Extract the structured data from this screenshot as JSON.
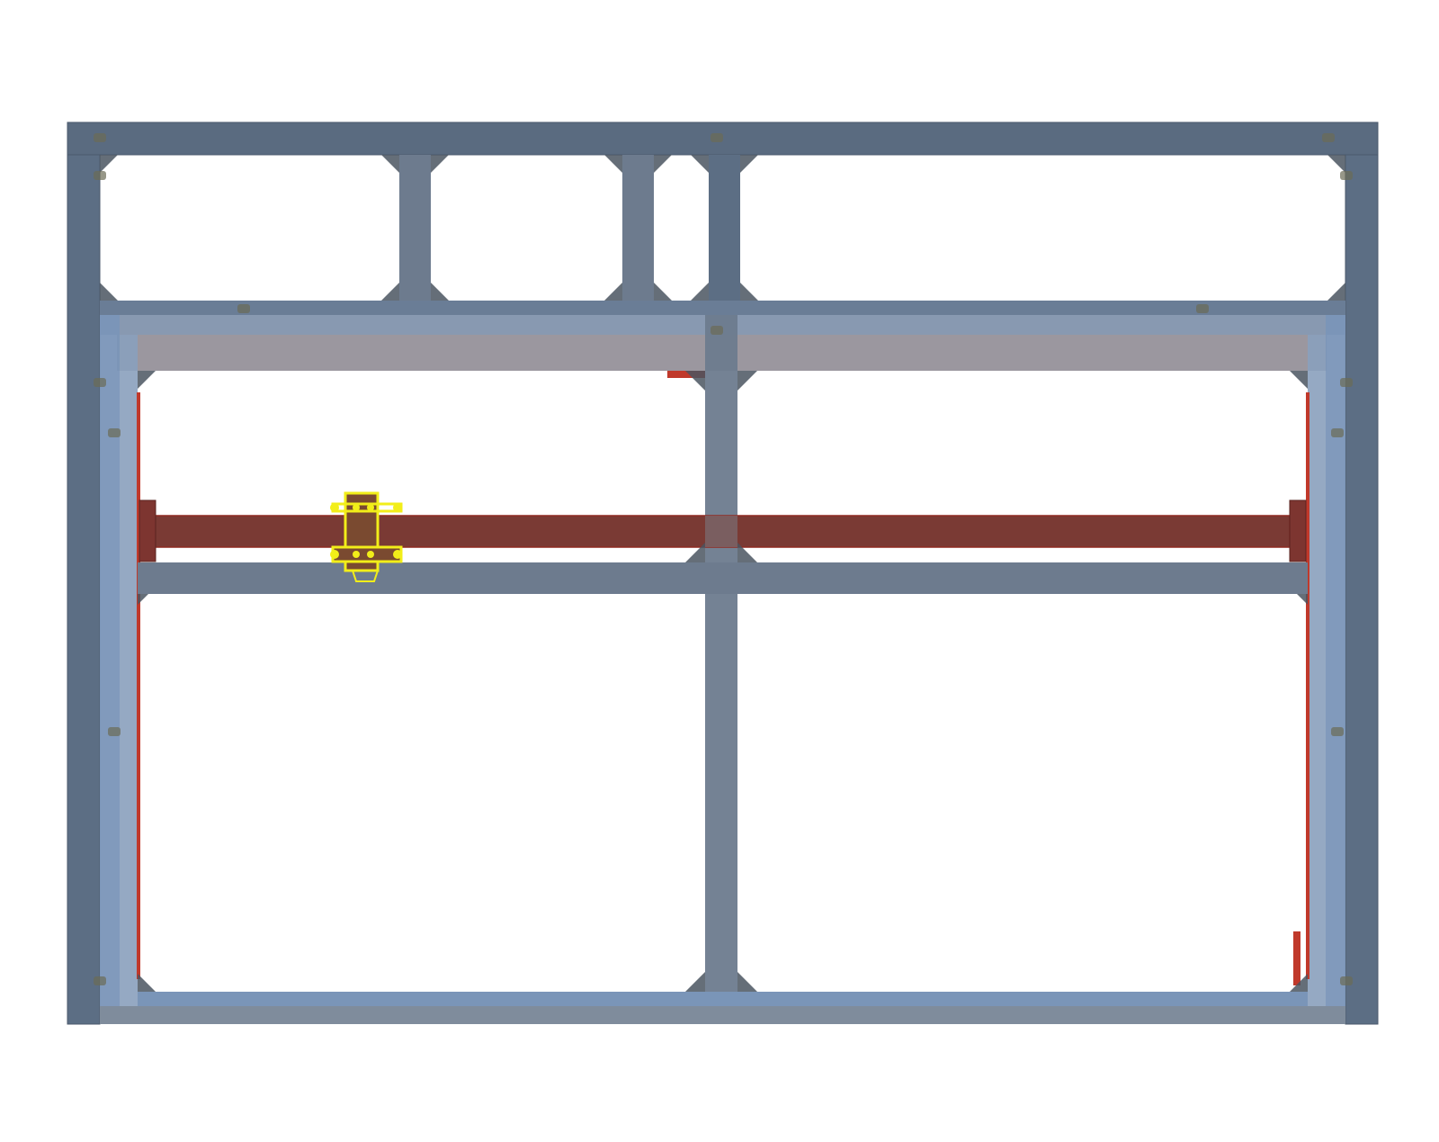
{
  "drawing": {
    "view": "front",
    "colors": {
      "background": "#ffffff",
      "frame_dark": "#5a6b80",
      "frame_mid": "#6d7b8e",
      "frame_light": "#7a95b8",
      "frame_translucent": "#8a9bb0",
      "gantry_beam": "#7a3a34",
      "gantry_edge": "#8f2a22",
      "rail_red": "#c0392b",
      "carriage_highlight": "#f2ee19",
      "bracket": "#4a5560",
      "fastener": "#6b6b55"
    },
    "components": [
      "outer-frame",
      "top-rail",
      "upper-vertical-posts",
      "mid-rail",
      "inner-frame",
      "center-post",
      "gantry-beam",
      "carriage",
      "linear-rails",
      "bottom-rail"
    ]
  }
}
